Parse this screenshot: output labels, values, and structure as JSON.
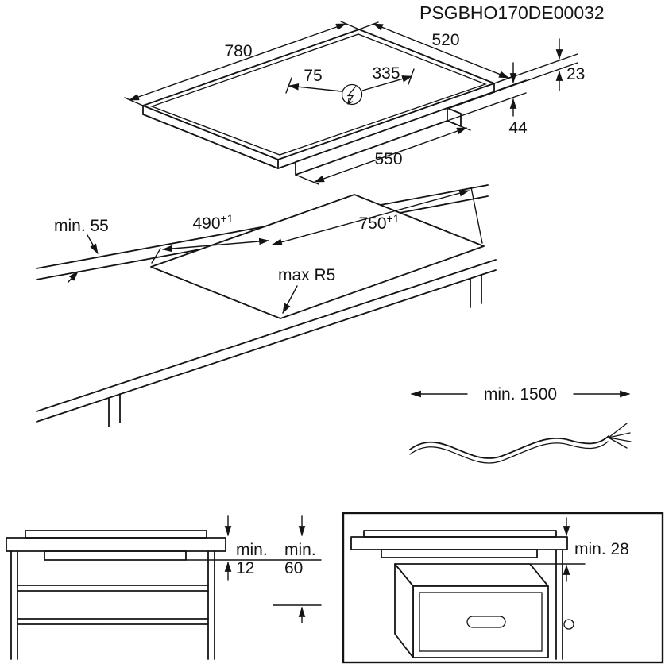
{
  "title": "PSGBHO170DE00032",
  "hob": {
    "length": "780",
    "width": "520",
    "connection_left": "75",
    "connection_right": "335",
    "thickness": "23",
    "recess_depth": "44",
    "recess_length": "550"
  },
  "cutout": {
    "min_edge": "min. 55",
    "depth": {
      "value": "490",
      "tol": "+1"
    },
    "length": {
      "value": "750",
      "tol": "+1"
    },
    "radius": "max R5"
  },
  "cable": {
    "min_length": "min. 1500"
  },
  "clearances": {
    "drawer": {
      "prefix": "min.",
      "value": "12"
    },
    "floor": {
      "prefix": "min.",
      "value": "60"
    },
    "oven": "min. 28"
  },
  "icons": {
    "electrical": "lightning-bolt"
  }
}
